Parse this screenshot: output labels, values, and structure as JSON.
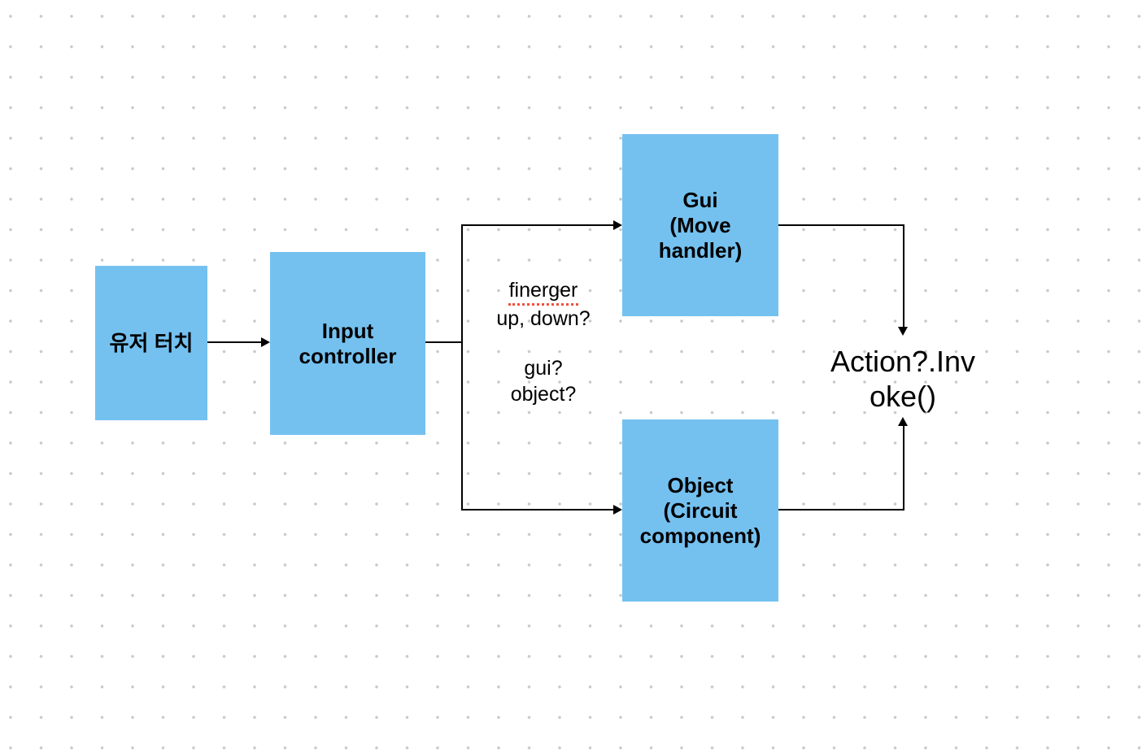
{
  "colors": {
    "node_fill": "#74c1f0",
    "connector": "#000000",
    "text": "#000000",
    "dot_grid": "#c8c8c8",
    "misspell_underline": "#f0503c",
    "background": "#ffffff"
  },
  "nodes": [
    {
      "id": "user-touch",
      "label": "유저 터치"
    },
    {
      "id": "input-controller",
      "label": "Input\ncontroller"
    },
    {
      "id": "gui-move-handler",
      "label": "Gui\n(Move\nhandler)"
    },
    {
      "id": "object-circuit-component",
      "label": "Object\n(Circuit\ncomponent)"
    }
  ],
  "annotations": {
    "branch_note": {
      "misspelled_word": "finerger",
      "line_updown": "up, down?",
      "line_gui": "gui?",
      "line_object": "object?"
    },
    "action_label": "Action?.Inv\noke()"
  },
  "edges": [
    {
      "from": "user-touch",
      "to": "input-controller"
    },
    {
      "from": "input-controller",
      "to": "gui-move-handler"
    },
    {
      "from": "input-controller",
      "to": "object-circuit-component"
    },
    {
      "from": "gui-move-handler",
      "to": "action-invoke"
    },
    {
      "from": "object-circuit-component",
      "to": "action-invoke"
    }
  ]
}
